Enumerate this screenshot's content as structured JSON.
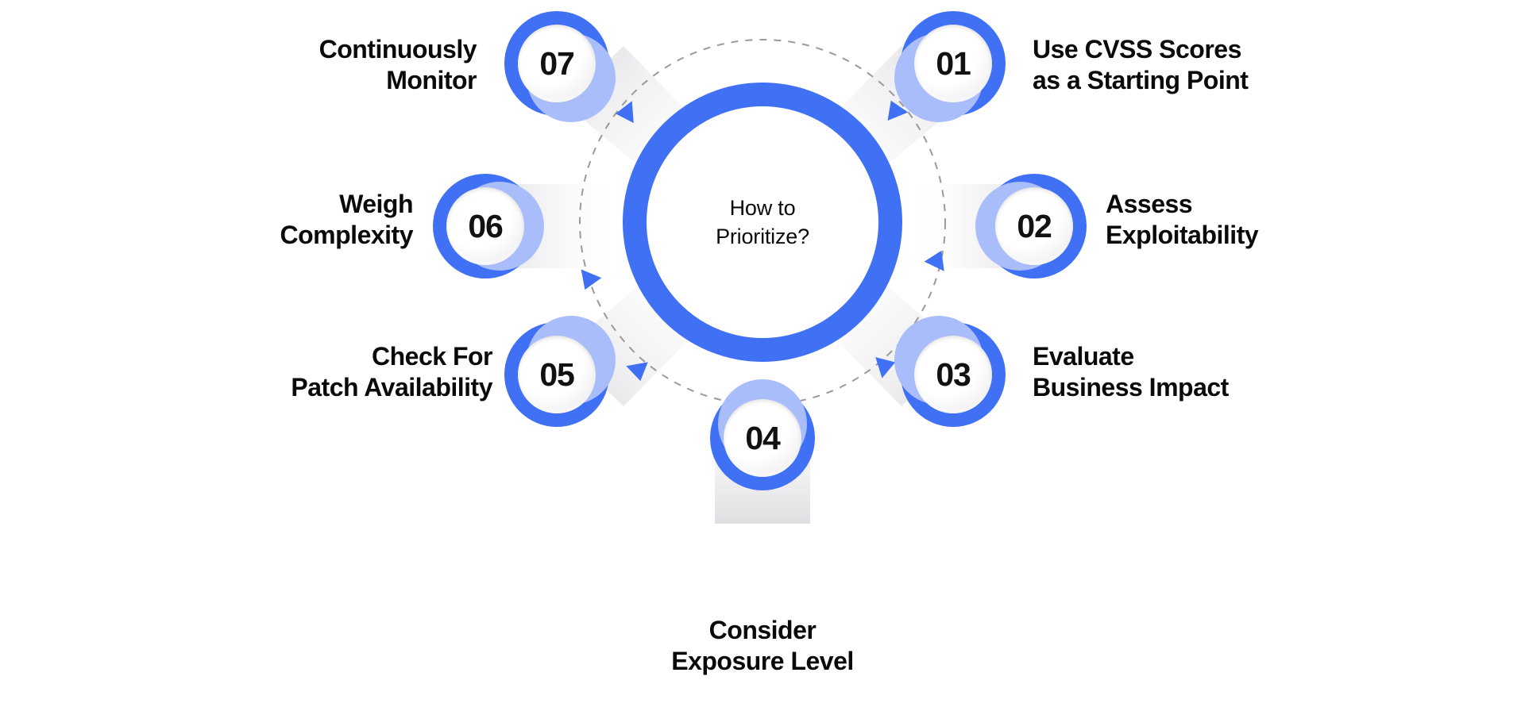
{
  "diagram": {
    "title": "How to Prioritize?",
    "hub": {
      "text": "How to\nPrioritize?"
    },
    "accent_color": "#4070f4",
    "accent_light_color": "#a9bdfa",
    "text_color": "#0a0a0a",
    "track_color": "#9a9a9a",
    "background_color": "#ffffff",
    "steps": [
      {
        "number": "01",
        "label": "Use CVSS Scores\nas a Starting Point"
      },
      {
        "number": "02",
        "label": "Assess\nExploitability"
      },
      {
        "number": "03",
        "label": "Evaluate\nBusiness Impact"
      },
      {
        "number": "04",
        "label": "Consider\nExposure Level"
      },
      {
        "number": "05",
        "label": "Check For\nPatch Availability"
      },
      {
        "number": "06",
        "label": "Weigh\nComplexity"
      },
      {
        "number": "07",
        "label": "Continuously\nMonitor"
      }
    ]
  }
}
